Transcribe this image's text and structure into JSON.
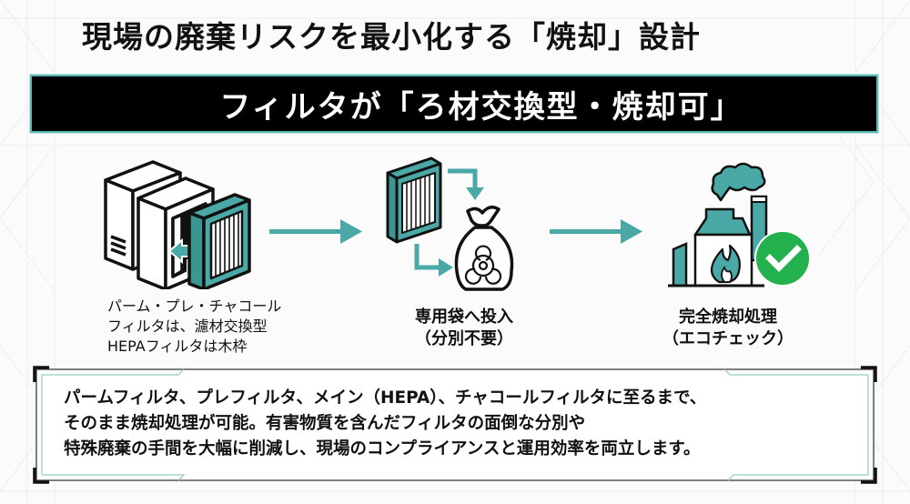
{
  "title": "現場の廃棄リスクを最小化する「焼却」設計",
  "banner": "フィルタが「ろ材交換型・焼却可」",
  "colors": {
    "accent": "#4aa9a6",
    "check_green": "#22b14c",
    "banner_bg": "#000000",
    "banner_border": "#5cb8b5"
  },
  "steps": [
    {
      "icon": "air-purifier-filter-exchange-icon",
      "caption_lines": [
        "パーム・プレ・チャコール",
        "フィルタは、濾材交換型",
        "HEPAフィルタは木枠"
      ]
    },
    {
      "icon": "biohazard-bag-icon",
      "caption_lines": [
        "専用袋へ投入",
        "（分別不要）"
      ]
    },
    {
      "icon": "incineration-factory-check-icon",
      "caption_lines": [
        "完全焼却処理",
        "（エコチェック）"
      ]
    }
  ],
  "info": {
    "lines": [
      "パームフィルタ、プレフィルタ、メイン（HEPA）、チャコールフィルタに至るまで、",
      "そのまま焼却処理が可能。有害物質を含んだフィルタの面倒な分別や",
      "特殊廃棄の手間を大幅に削減し、現場のコンプライアンスと運用効率を両立します。"
    ]
  }
}
